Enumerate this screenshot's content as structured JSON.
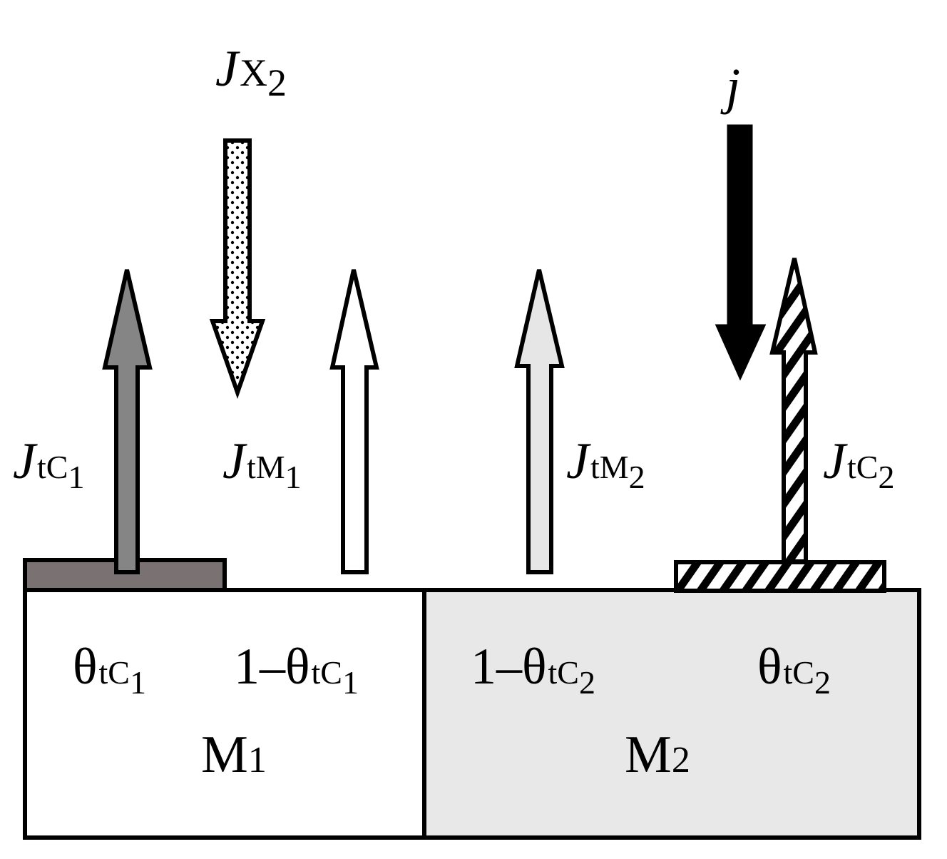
{
  "flux_labels": {
    "x2": {
      "main": "J",
      "sub": "X",
      "subsub": "2"
    },
    "tc1": {
      "main": "J",
      "sub": "tC",
      "subsub": "1"
    },
    "tm1": {
      "main": "J",
      "sub": "tM",
      "subsub": "1"
    },
    "tm2": {
      "main": "J",
      "sub": "tM",
      "subsub": "2"
    },
    "tc2": {
      "main": "J",
      "sub": "tC",
      "subsub": "2"
    },
    "j": "j"
  },
  "coverage_labels": {
    "m1_left": {
      "main": "θ",
      "sub": "tC",
      "subsub": "1"
    },
    "m1_right": {
      "main": "1–θ",
      "sub": "tC",
      "subsub": "1"
    },
    "m2_left": {
      "main": "1–θ",
      "sub": "tC",
      "subsub": "2"
    },
    "m2_right": {
      "main": "θ",
      "sub": "tC",
      "subsub": "2"
    }
  },
  "metals": {
    "m1": {
      "main": "M",
      "sub": "1"
    },
    "m2": {
      "main": "M",
      "sub": "2"
    }
  },
  "colors": {
    "c1_patch": "#7a7272",
    "c1_arrow": "#858585",
    "m1_fill": "#ffffff",
    "m2_fill": "#e8e8e8",
    "tm2_arrow": "#e6e6e6",
    "j_arrow": "#000000"
  }
}
